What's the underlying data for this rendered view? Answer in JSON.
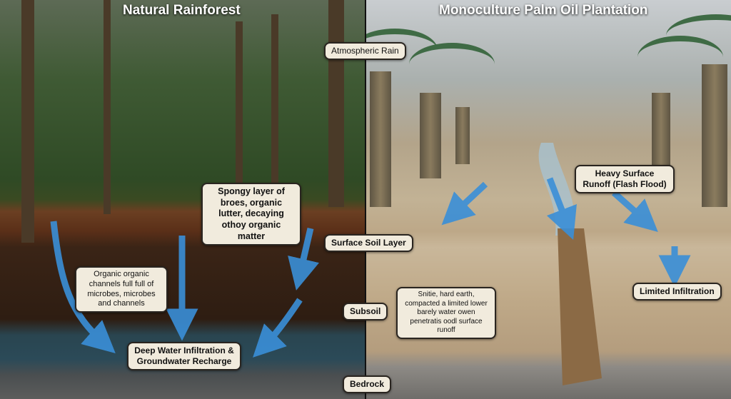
{
  "titles": {
    "left": "Natural Rainforest",
    "right": "Monoculture Palm Oil Plantation"
  },
  "labels": {
    "atmospheric_rain": "Atmospheric Rain",
    "spongy_layer": "Spongy layer of broes, organic lutter, decaying othoy organic matter",
    "surface_soil": "Surface Soil Layer",
    "organic_channels": "Organic organic channels full full of microbes, microbes and channels",
    "subsoil": "Subsoil",
    "deep_infiltration": "Deep Water Infiltration & Groundwater Recharge",
    "bedrock": "Bedrock",
    "heavy_runoff": "Heavy Surface Runoff (Flash Flood)",
    "limited_infiltration": "Limited Infiltration",
    "hard_earth": "Snitie, hard earth, compacted a limited lower barely water owen penetratis oodl surface runoff"
  },
  "colors": {
    "arrow": "#3a8fd8",
    "label_bg": "#f1ebdd"
  }
}
